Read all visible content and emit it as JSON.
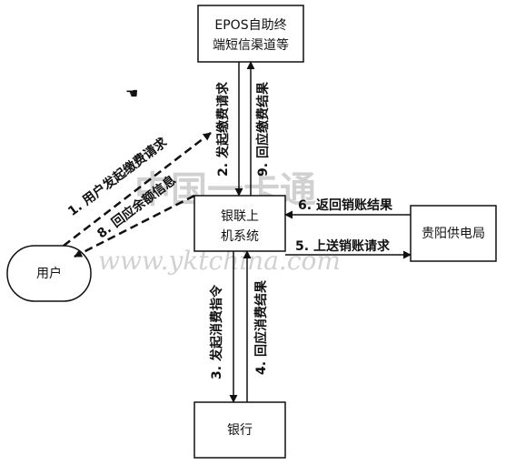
{
  "nodes": {
    "epos": [
      "EPOS自助终",
      "端短信渠道等"
    ],
    "unionpay": [
      "银联上",
      "机系统"
    ],
    "user": "用户",
    "power": "贵阳供电局",
    "bank": "银行"
  },
  "steps": {
    "s1": "1. 用户发起缴费请求",
    "s2": "2. 发起缴费请求",
    "s3": "3. 发起消费指令",
    "s4": "4. 回应消费结果",
    "s5": "5. 上送销账请求",
    "s6": "6. 返回销账结果",
    "s8": "8. 回应余额信息",
    "s9": "9. 回应缴费结果"
  },
  "watermark": {
    "chinese": "中国一卡通",
    "url": "www.yktchina.com"
  }
}
